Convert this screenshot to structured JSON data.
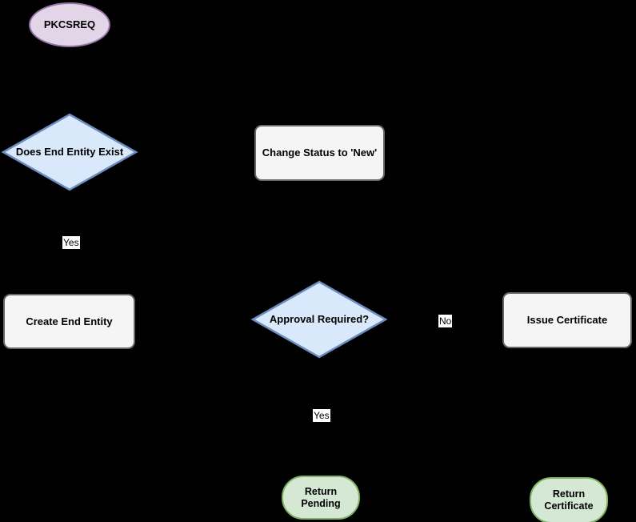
{
  "diagram": {
    "title": "PKCSREQ certificate enrollment flowchart",
    "background_color": "#000000",
    "colors": {
      "start_fill": "#E1D5E7",
      "start_stroke": "#9673A6",
      "decision_fill": "#DAE8FC",
      "decision_stroke": "#6C8EBF",
      "process_fill": "#F5F5F5",
      "process_stroke": "#666666",
      "terminator_fill": "#D5E8D4",
      "terminator_stroke": "#82B366",
      "label_text": "#000000",
      "edge_label_bg": "#FFFFFF"
    },
    "nodes": {
      "pkcsreq": {
        "label": "PKCSREQ",
        "type": "ellipse"
      },
      "does_end_entity_exist": {
        "label": "Does End Entity Exist",
        "type": "decision"
      },
      "change_status_new": {
        "label": "Change Status to 'New'",
        "type": "process"
      },
      "create_end_entity": {
        "label": "Create End Entity",
        "type": "process"
      },
      "approval_required": {
        "label": "Approval Required?",
        "type": "decision"
      },
      "issue_certificate": {
        "label": "Issue Certificate",
        "type": "process"
      },
      "return_pending": {
        "label": "Return Pending",
        "type": "terminator"
      },
      "return_certificate": {
        "label": "Return Certificate",
        "type": "terminator"
      }
    },
    "edge_labels": {
      "yes_from_does_exist": "Yes",
      "no_from_approval_required": "No",
      "yes_from_approval_required": "Yes"
    }
  }
}
